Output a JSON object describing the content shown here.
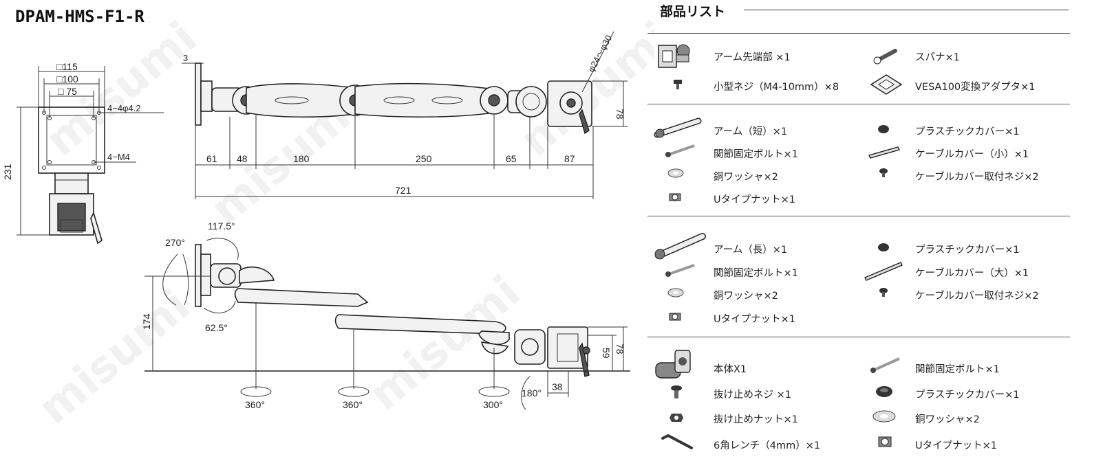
{
  "title": "DPAM-HMS-F1-R",
  "front_view": {
    "dims": [
      "□115",
      "□100",
      "□ 75",
      "4−4φ4.2",
      "4−M4",
      "231"
    ]
  },
  "top_view": {
    "dims": [
      "3",
      "φ24～φ30",
      "78",
      "61",
      "48",
      "180",
      "250",
      "65",
      "87",
      "721"
    ]
  },
  "side_view": {
    "dims": [
      "117.5°",
      "270°",
      "62.5°",
      "174",
      "59",
      "78",
      "38",
      "180°",
      "360°",
      "360°",
      "300°"
    ]
  },
  "parts_list": {
    "title": "部品リスト",
    "groups": [
      {
        "items": [
          {
            "label": "アーム先端部 ×1",
            "icon": "arm-tip-icon"
          },
          {
            "label": "スパナ×1",
            "icon": "spanner-icon"
          },
          {
            "label": "小型ネジ（M4-10mm）×8",
            "icon": "small-screw-icon"
          },
          {
            "label": "VESA100変換アダプタ×1",
            "icon": "vesa-adapter-icon"
          }
        ]
      },
      {
        "items": [
          {
            "label": "アーム（短）×1",
            "icon": "short-arm-icon"
          },
          {
            "label": "プラスチックカバー×1",
            "icon": "plastic-cover-icon"
          },
          {
            "label": "関節固定ボルト×1",
            "icon": "joint-bolt-icon"
          },
          {
            "label": "ケーブルカバー（小）×1",
            "icon": "cable-cover-small-icon"
          },
          {
            "label": "銅ワッシャ×2",
            "icon": "washer-icon"
          },
          {
            "label": "ケーブルカバー取付ネジ×2",
            "icon": "cover-screw-icon"
          },
          {
            "label": "Uタイプナット×1",
            "icon": "u-nut-icon"
          }
        ]
      },
      {
        "items": [
          {
            "label": "アーム（長）×1",
            "icon": "long-arm-icon"
          },
          {
            "label": "プラスチックカバー×1",
            "icon": "plastic-cover-icon"
          },
          {
            "label": "関節固定ボルト×1",
            "icon": "joint-bolt-icon"
          },
          {
            "label": "ケーブルカバー（大）×1",
            "icon": "cable-cover-large-icon"
          },
          {
            "label": "銅ワッシャ×2",
            "icon": "washer-icon"
          },
          {
            "label": "ケーブルカバー取付ネジ×2",
            "icon": "cover-screw-icon"
          },
          {
            "label": "Uタイプナット×1",
            "icon": "u-nut-icon"
          }
        ]
      },
      {
        "items": [
          {
            "label": "本体X1",
            "icon": "main-body-icon"
          },
          {
            "label": "関節固定ボルト×1",
            "icon": "joint-bolt-icon"
          },
          {
            "label": "抜け止めネジ ×1",
            "icon": "retaining-screw-icon"
          },
          {
            "label": "プラスチックカバー×1",
            "icon": "plastic-cover-icon"
          },
          {
            "label": "抜け止めナット×1",
            "icon": "retaining-nut-icon"
          },
          {
            "label": "銅ワッシャ×2",
            "icon": "washer-icon"
          },
          {
            "label": "6角レンチ（4mm）×1",
            "icon": "hex-wrench-icon"
          },
          {
            "label": "Uタイプナット×1",
            "icon": "u-nut-icon"
          }
        ]
      }
    ]
  },
  "watermark": "misumi"
}
